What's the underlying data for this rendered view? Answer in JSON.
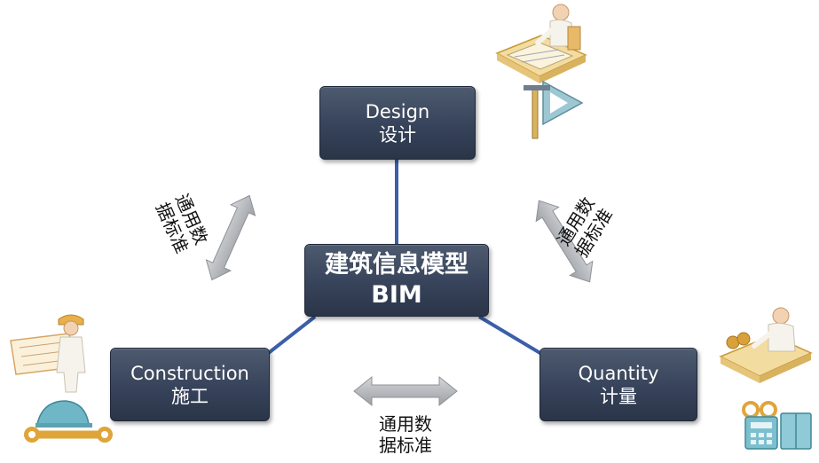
{
  "nodes": {
    "design": {
      "en": "Design",
      "zh": "设计"
    },
    "construction": {
      "en": "Construction",
      "zh": "施工"
    },
    "quantity": {
      "en": "Quantity",
      "zh": "计量"
    },
    "bim": {
      "zh": "建筑信息模型",
      "en": "BIM"
    }
  },
  "exchange_labels": {
    "left": {
      "line1": "通用数",
      "line2": "据标准"
    },
    "right": {
      "line1": "通用数",
      "line2": "据标准"
    },
    "bottom": {
      "line1": "通用数",
      "line2": "据标准"
    }
  },
  "icons": {
    "design": [
      "drafter-at-desk-icon",
      "drafting-tools-icon"
    ],
    "construction": [
      "worker-with-blueprint-icon",
      "hardhat-wrench-icon"
    ],
    "quantity": [
      "accountant-at-desk-icon",
      "calculator-glasses-icon"
    ]
  },
  "colors": {
    "box": "#37435a",
    "connector": "#3b5fa8",
    "arrow": "#b0b3b8"
  }
}
